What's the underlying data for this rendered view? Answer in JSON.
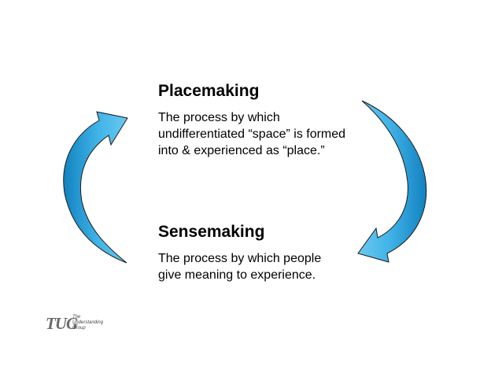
{
  "colors": {
    "arrow_fill": "#41b4e8",
    "arrow_fill_dark": "#1282c0",
    "arrow_stroke": "#1a1a1a",
    "text": "#000000",
    "logo": "#6a6a6a"
  },
  "icons": {
    "left_arrow": "curved-arrow-up-right-icon",
    "right_arrow": "curved-arrow-down-left-icon"
  },
  "placemaking": {
    "title": "Placemaking",
    "description": "The process by which\nundifferentiated “space” is formed\ninto & experienced as “place.”"
  },
  "sensemaking": {
    "title": "Sensemaking",
    "description": "The process by which people\ngive meaning to experience."
  },
  "logo": {
    "letters": "TUG",
    "name": "The\nUnderstanding\nGroup"
  }
}
